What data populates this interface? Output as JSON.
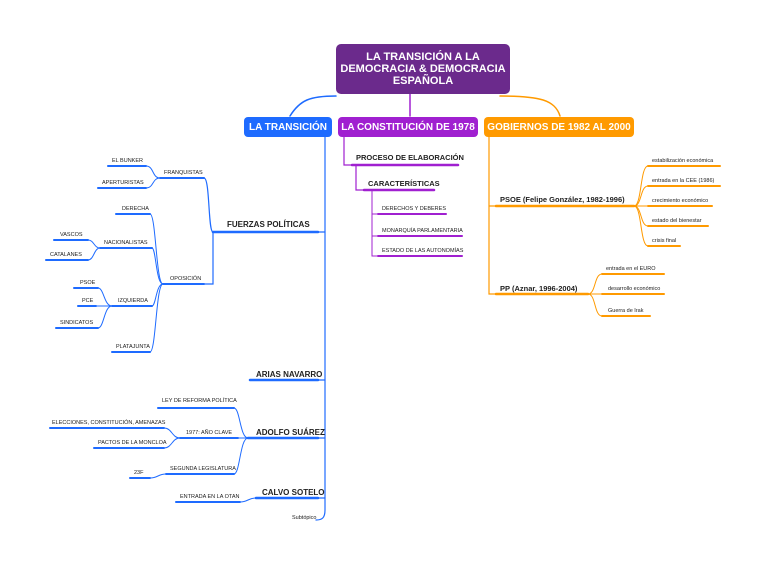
{
  "root": "LA TRANSICIÓN A LA DEMOCRACIA & DEMOCRACIA ESPAÑOLA",
  "colors": {
    "root": "#6b2a8c",
    "blue": "#1e6bff",
    "purple": "#a020d0",
    "orange": "#ff9a00"
  },
  "transicion": {
    "title": "LA TRANSICIÓN",
    "fuerzas": "FUERZAS POLÍTICAS",
    "franquistas": "FRANQUISTAS",
    "el_bunker": "EL BUNKER",
    "aperturistas": "APERTURISTAS",
    "oposicion": "OPOSICIÓN",
    "derecha": "DERECHA",
    "nacionalistas": "NACIONALISTAS",
    "vascos": "VASCOS",
    "catalanes": "CATALANES",
    "izquierda": "IZQUIERDA",
    "psoe": "PSOE",
    "pce": "PCE",
    "sindicatos": "SINDICATOS",
    "platajunta": "PLATAJUNTA",
    "arias": "ARIAS NAVARRO",
    "suarez": "ADOLFO SUÁREZ",
    "ley_reforma": "LEY DE REFORMA POLÍTICA",
    "ano_clave": "1977: AÑO CLAVE",
    "elecciones": "ELECCIONES, CONSTITUCIÓN, AMENAZAS",
    "pactos": "PACTOS DE LA MONCLOA",
    "segunda": "SEGUNDA LEGISLATURA",
    "f23": "23F",
    "calvo": "CALVO SOTELO",
    "otan": "ENTRADA EN LA OTAN",
    "subtopics": "Subtópico"
  },
  "constitucion": {
    "title": "LA CONSTITUCIÓN DE 1978",
    "proceso": "PROCESO DE ELABORACIÓN",
    "caracteristicas": "CARACTERÍSTICAS",
    "derechos": "DERECHOS Y DEBERES",
    "monarquia": "MONARQUÍA PARLAMENTARIA",
    "estado": "ESTADO DE LAS AUTONOMÍAS"
  },
  "gobiernos": {
    "title": "GOBIERNOS DE 1982 AL 2000",
    "psoe": "PSOE (Felipe González, 1982-1996)",
    "psoe_items": [
      "estabilización económica",
      "entrada en la CEE (1986)",
      "crecimiento económico",
      "estado del bienestar",
      "crisis final"
    ],
    "pp": "PP (Aznar, 1996-2004)",
    "pp_items": [
      "entrada en el EURO",
      "desarrollo económico",
      "Guerra de Irak"
    ]
  }
}
